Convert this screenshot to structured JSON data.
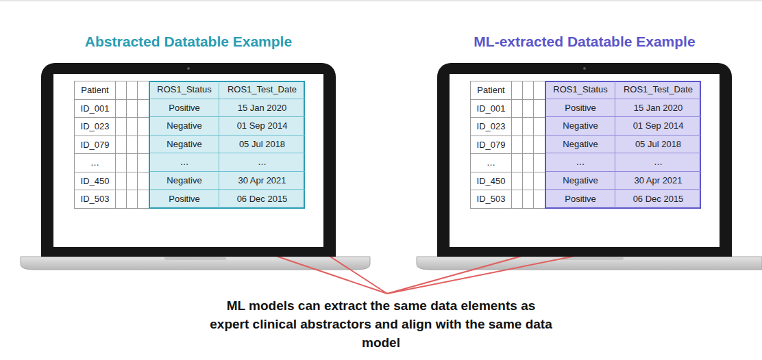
{
  "diagram": {
    "caption": "ML models can extract the same data elements as expert clinical abstractors and align with the same data model",
    "nodes": [
      {
        "text": [
          "Abstracted Datatable Example"
        ]
      },
      {
        "text": [
          "ROS1_Status",
          "ROS1_Test_Date",
          "Positive",
          "15 Jan 2020",
          "Negative",
          "01 Sep 2014",
          "Negative",
          "05 Jul 2018",
          "…",
          "…",
          "Negative",
          "30 Apr 2021",
          "Positive",
          "06 Dec 2015"
        ],
        "in": 0
      },
      {
        "text": [
          "ML-extracted Datatable Example"
        ]
      },
      {
        "text": [
          "ROS1_Status",
          "ROS1_Test_Date",
          "Positive",
          "15 Jan 2020",
          "Negative",
          "01 Sep 2014",
          "Negative",
          "05 Jul 2018",
          "…",
          "…",
          "Negative",
          "30 Apr 2021",
          "Positive",
          "06 Dec 2015"
        ],
        "in": 2
      }
    ],
    "labels": [
      "Patient",
      "ID_001",
      "ID_023",
      "ID_079",
      "…",
      "ID_450",
      "ID_503",
      "Patient",
      "ID_001",
      "ID_023",
      "ID_079",
      "…",
      "ID_450",
      "ID_503"
    ]
  }
}
